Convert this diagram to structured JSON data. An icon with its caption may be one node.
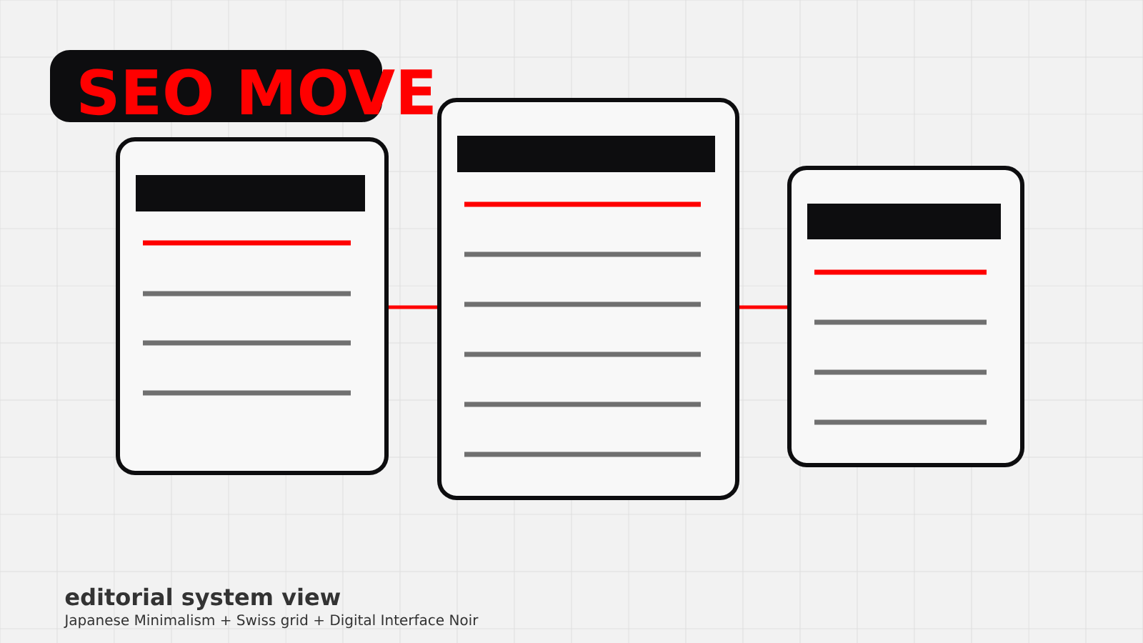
{
  "diagram": {
    "title": "SEO MOVE",
    "caption": "editorial system view",
    "nodes": [
      {
        "text": [],
        "shape": "box"
      },
      {
        "text": [],
        "shape": "box"
      },
      {
        "text": [],
        "shape": "box"
      }
    ],
    "edges": [
      {
        "from": 0,
        "to": 1,
        "arrow": "none"
      },
      {
        "from": 1,
        "to": 2,
        "arrow": "none"
      }
    ],
    "labels": [
      "Japanese Minimalism + Swiss grid + Digital Interface Noir"
    ]
  }
}
